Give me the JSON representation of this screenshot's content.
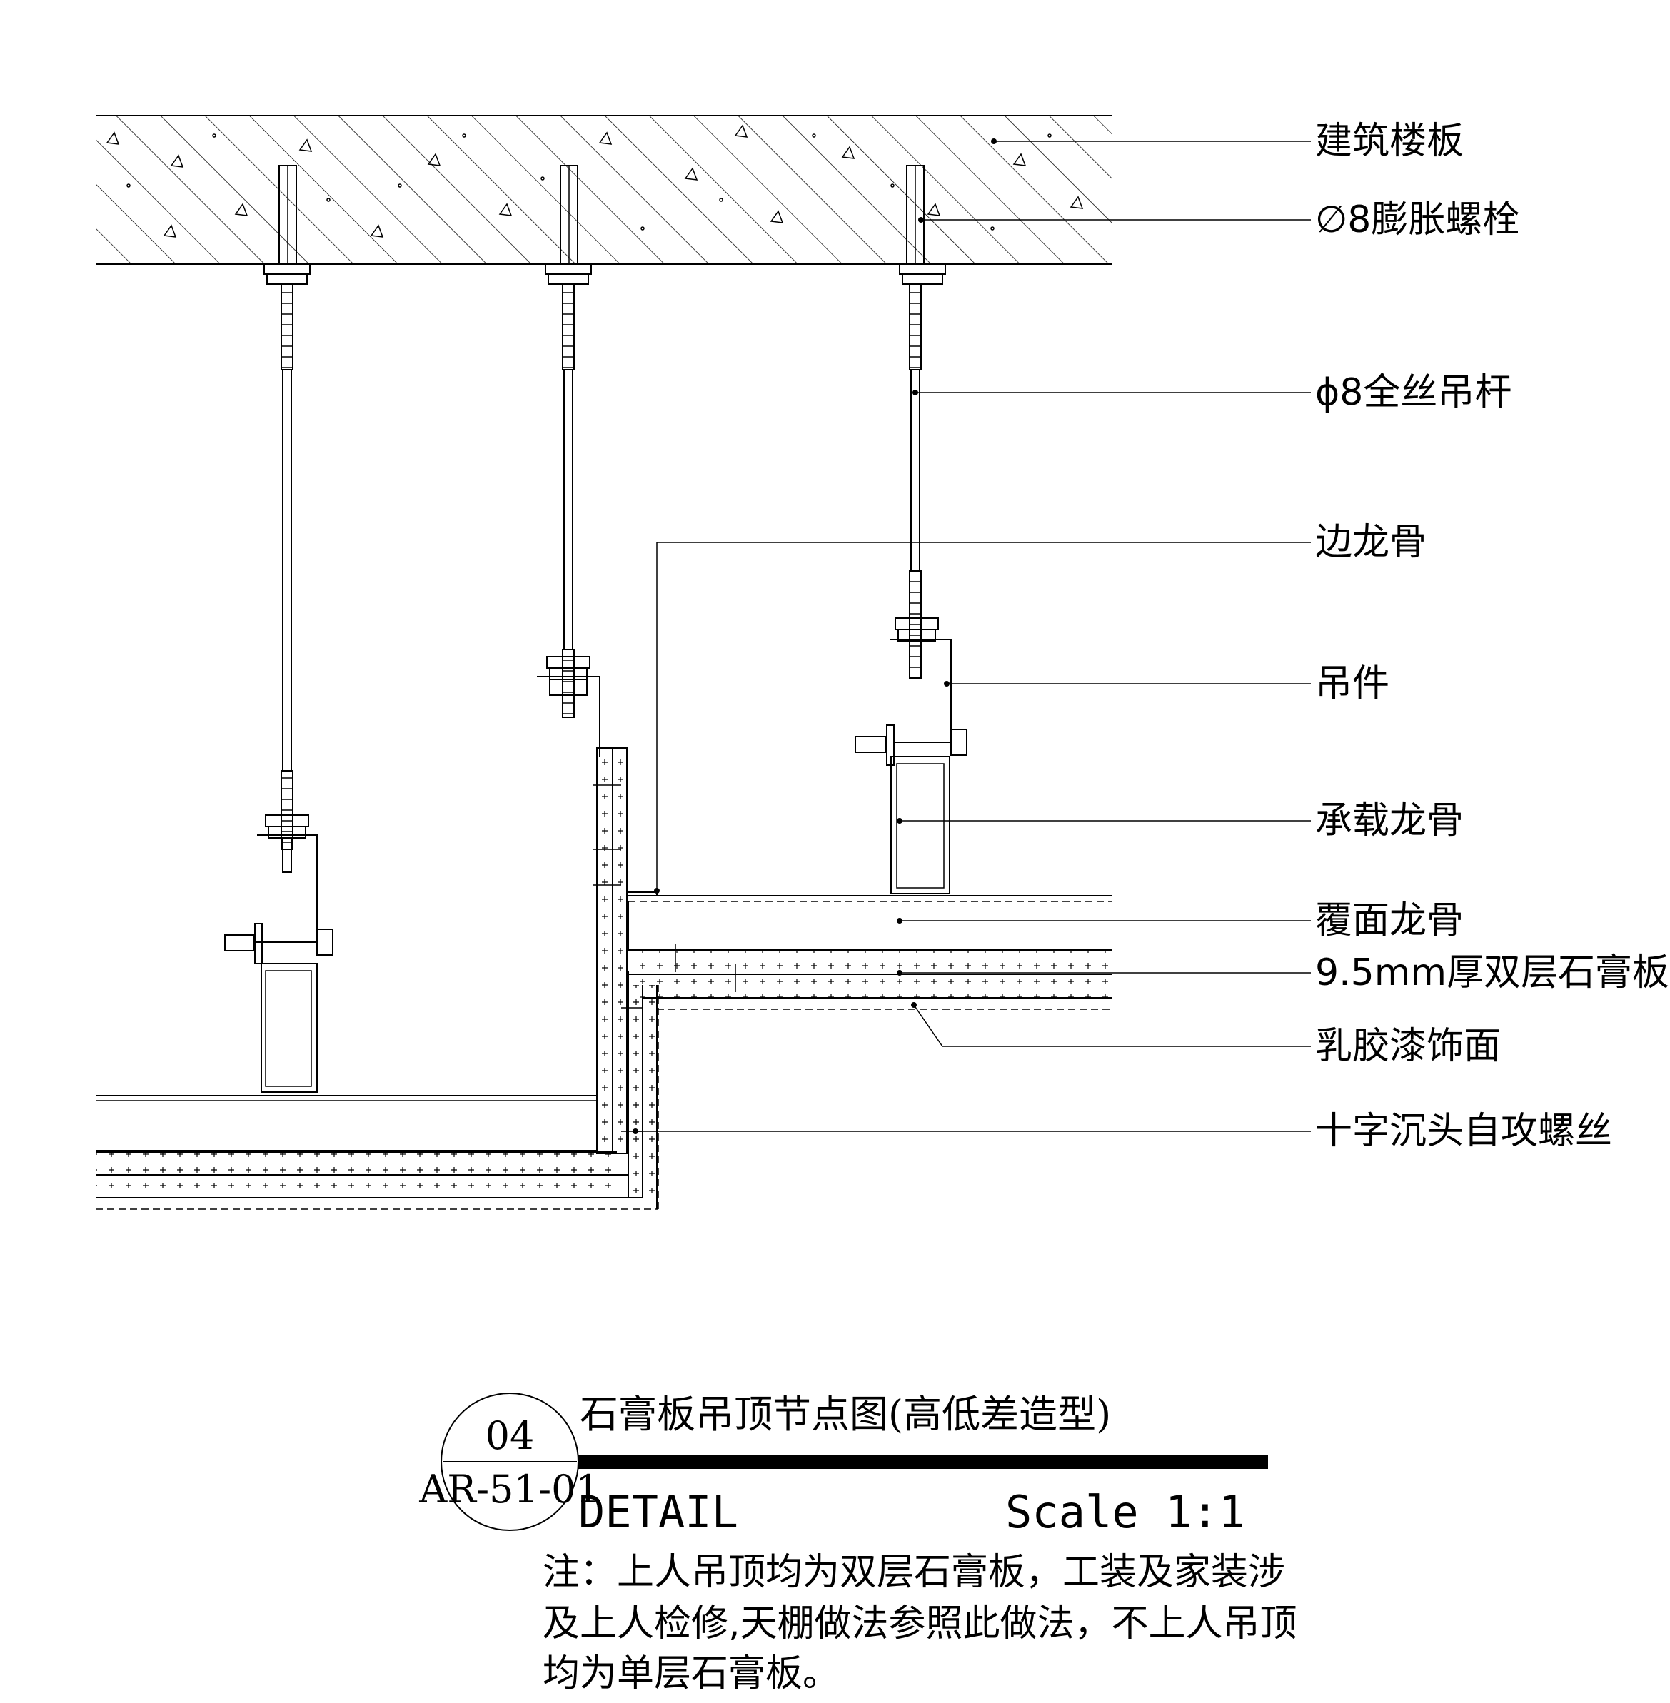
{
  "labels": [
    {
      "id": "floor_slab",
      "text": "建筑楼板"
    },
    {
      "id": "expansion_bolt",
      "text": "∅8膨胀螺栓"
    },
    {
      "id": "threaded_rod",
      "text": "ɸ8全丝吊杆"
    },
    {
      "id": "edge_keel",
      "text": "边龙骨"
    },
    {
      "id": "hanger",
      "text": "吊件"
    },
    {
      "id": "main_keel",
      "text": "承载龙骨"
    },
    {
      "id": "cover_keel",
      "text": "覆面龙骨"
    },
    {
      "id": "gypsum_board",
      "text": "9.5mm厚双层石膏板"
    },
    {
      "id": "latex_paint",
      "text": "乳胶漆饰面"
    },
    {
      "id": "screw",
      "text": "十字沉头自攻螺丝"
    }
  ],
  "title_block": {
    "number": "04",
    "sheet": "AR-51-01",
    "title": "石膏板吊顶节点图(高低差造型)",
    "detail": "DETAIL",
    "scale": "Scale 1:1"
  },
  "note": {
    "lines": [
      "注：上人吊顶均为双层石膏板，工装及家装涉",
      "及上人检修,天棚做法参照此做法，不上人吊顶",
      "均为单层石膏板。"
    ]
  }
}
